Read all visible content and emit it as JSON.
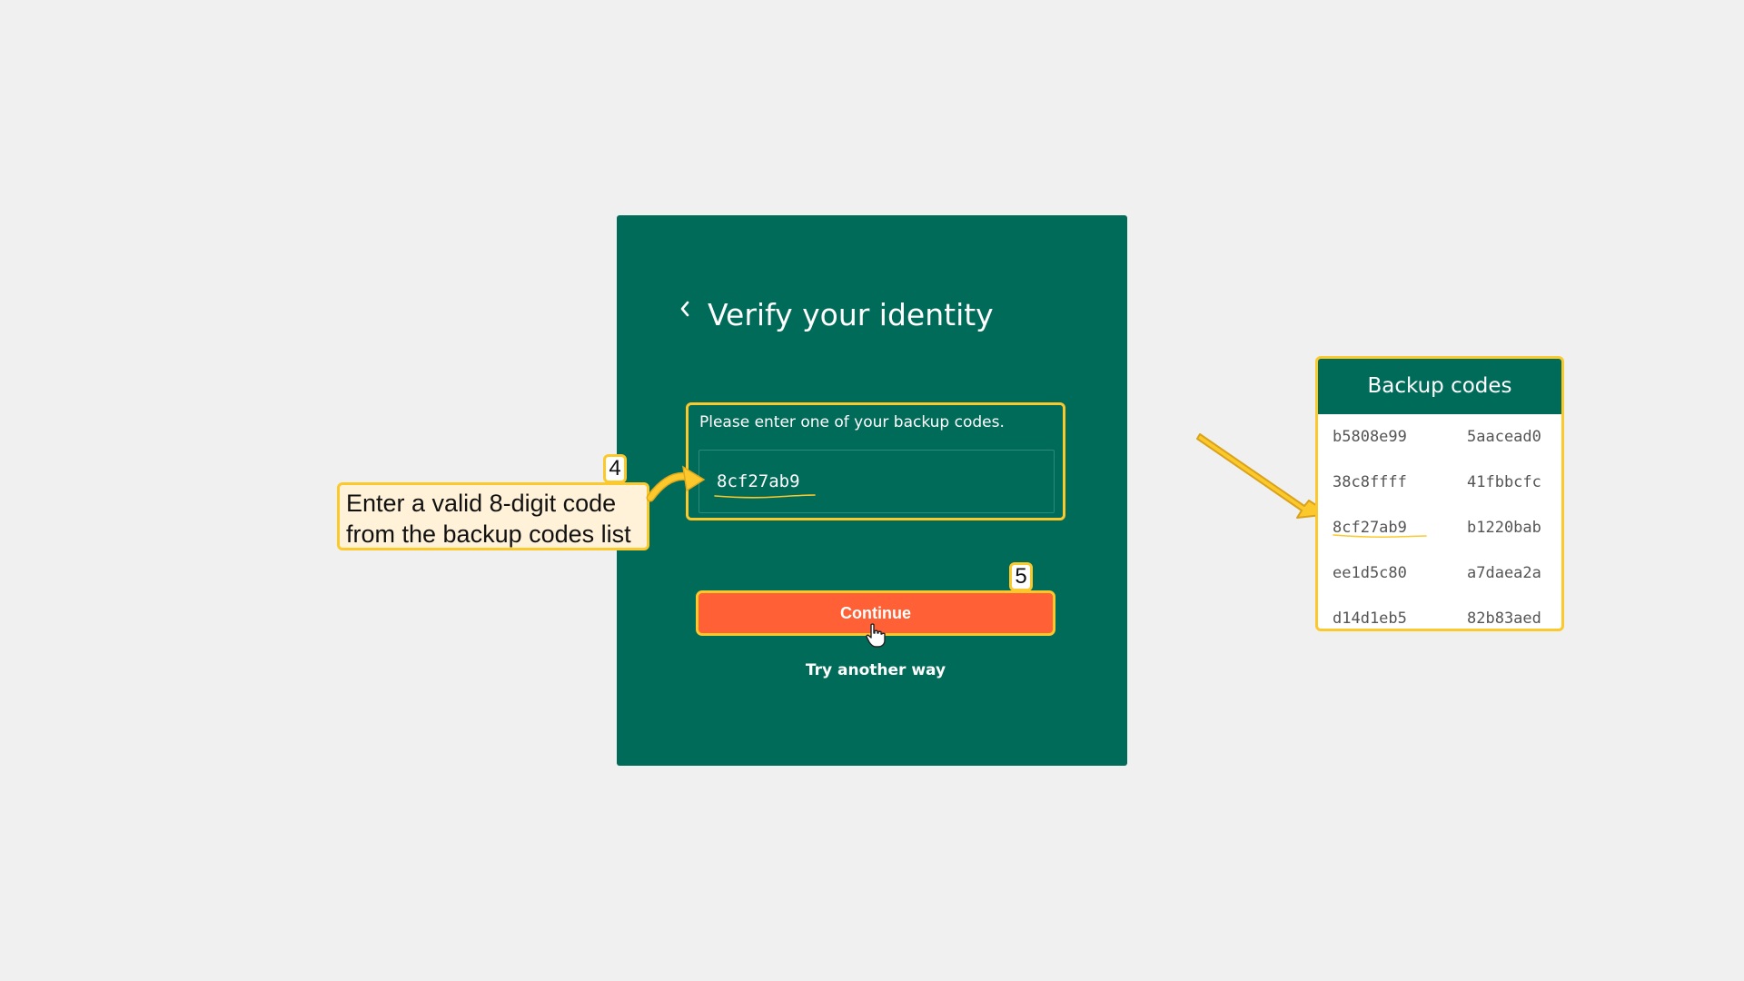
{
  "verify_card": {
    "title": "Verify your identity",
    "back_icon": "chevron-left-icon",
    "code_field": {
      "label": "Please enter one of your backup codes.",
      "value": "8cf27ab9"
    },
    "continue_label": "Continue",
    "alt_link_label": "Try another way"
  },
  "annotations": {
    "step_4": "4",
    "step_5": "5",
    "callout_line1": "Enter a valid 8-digit code",
    "callout_line2": "from the backup codes list"
  },
  "backup_codes": {
    "title": "Backup codes",
    "rows": [
      [
        "b5808e99",
        "5aacead0"
      ],
      [
        "38c8ffff",
        "41fbbcfc"
      ],
      [
        "8cf27ab9",
        "b1220bab"
      ],
      [
        "ee1d5c80",
        "a7daea2a"
      ],
      [
        "d14d1eb5",
        "82b83aed"
      ]
    ]
  },
  "colors": {
    "card_bg": "#016b5a",
    "accent_orange": "#ff6035",
    "highlight_yellow": "#fcc92c",
    "callout_bg": "#fff2d8",
    "page_bg": "#f0f0f0"
  }
}
